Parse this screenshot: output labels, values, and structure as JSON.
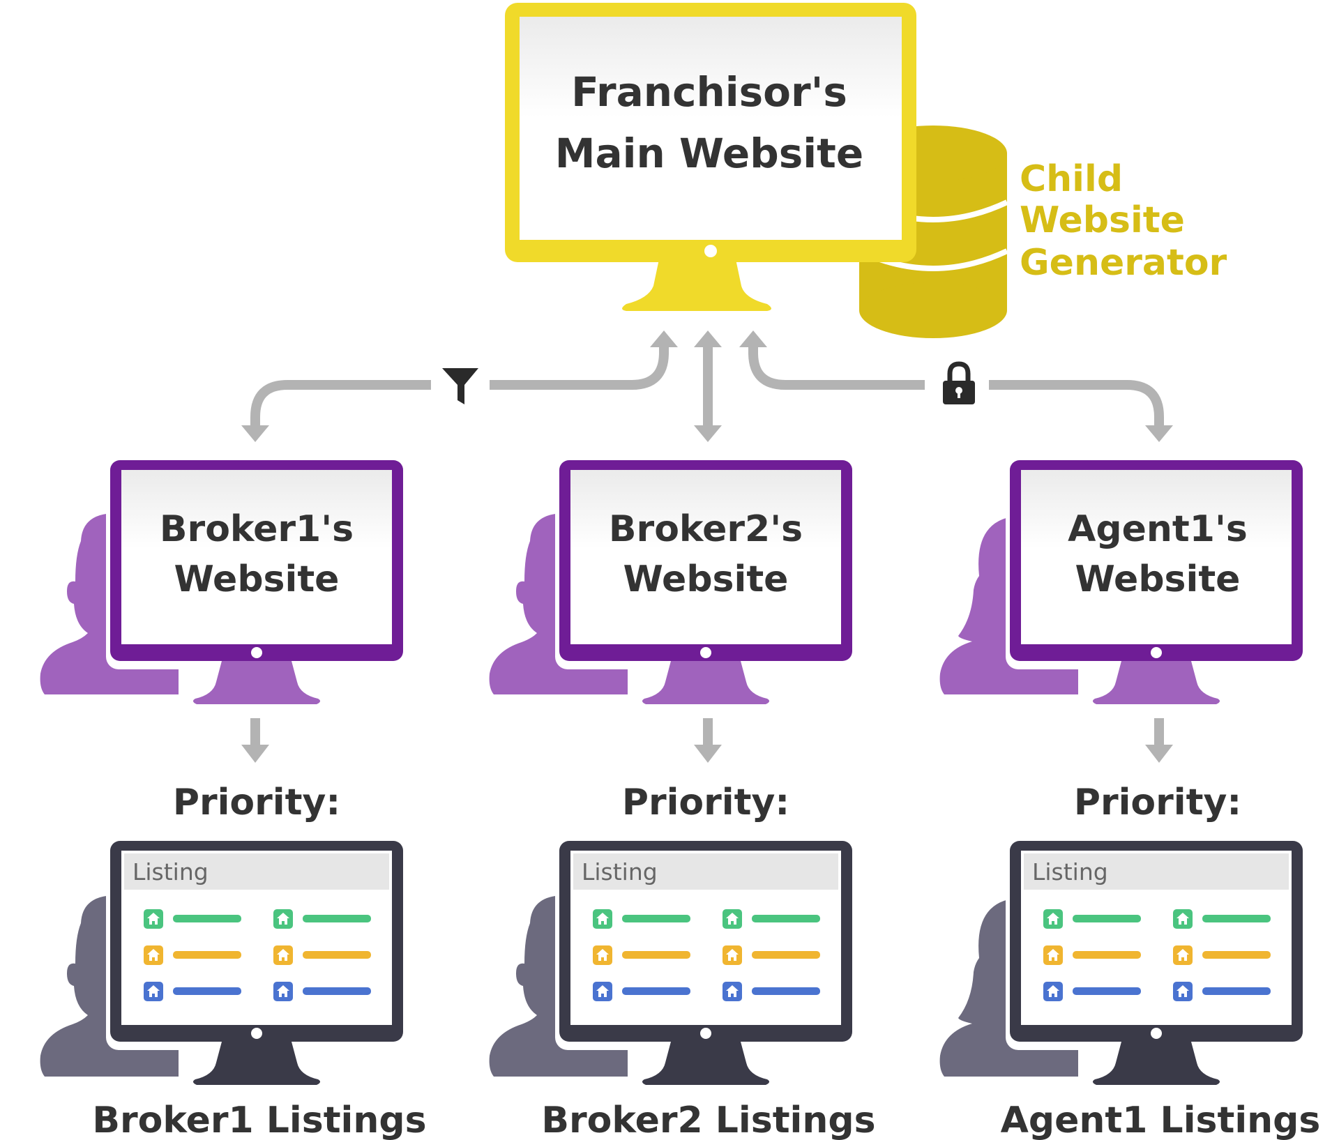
{
  "main": {
    "title_line1": "Franchisor's",
    "title_line2": "Main Website",
    "frame_color": "#f0da2a",
    "database_color": "#d6bd16"
  },
  "generator": {
    "line1": "Child",
    "line2": "Website",
    "line3": "Generator",
    "icon": "database-icon"
  },
  "connector_icons": [
    "filter-icon",
    "lock-icon"
  ],
  "children": [
    {
      "line1": "Broker1's",
      "line2": "Website",
      "avatar": "male-avatar-icon",
      "priority_label": "Priority:",
      "listing_header": "Listing",
      "caption": "Broker1 Listings"
    },
    {
      "line1": "Broker2's",
      "line2": "Website",
      "avatar": "male-avatar-icon",
      "priority_label": "Priority:",
      "listing_header": "Listing",
      "caption": "Broker2 Listings"
    },
    {
      "line1": "Agent1's",
      "line2": "Website",
      "avatar": "female-avatar-icon",
      "priority_label": "Priority:",
      "listing_header": "Listing",
      "caption": "Agent1 Listings"
    }
  ],
  "colors": {
    "child_frame": "#6f1d96",
    "child_avatar": "#a063bd",
    "listing_frame": "#3a3a48",
    "listing_avatar": "#6c6a7e",
    "row_green": "#4ac47f",
    "row_yellow": "#f0b530",
    "row_blue": "#4a73d0",
    "arrow_gray": "#b3b3b3"
  }
}
